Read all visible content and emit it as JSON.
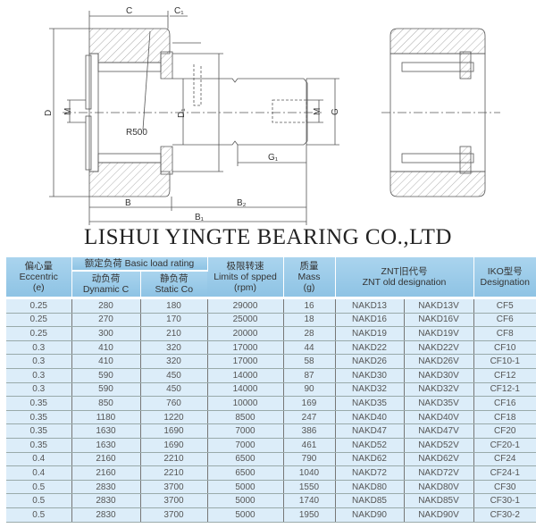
{
  "drawing": {
    "labels": {
      "C": "C",
      "C1": "C₁",
      "D": "D",
      "M": "M",
      "R": "R500",
      "D1": "D₁",
      "M2": "M",
      "G": "G",
      "G1": "G₁",
      "B": "B",
      "B2": "B₂",
      "B1": "B₁"
    }
  },
  "title": "LISHUI YINGTE BEARING CO.,LTD",
  "table": {
    "headers": {
      "eccentric_cn": "偏心量",
      "eccentric_en": "Eccentric",
      "eccentric_unit": "(e)",
      "load_cn": "额定负荷",
      "load_en": "Basic load rating",
      "dynamic_cn": "动负荷",
      "dynamic_en": "Dynamic  C",
      "static_cn": "静负荷",
      "static_en": "Static  Co",
      "speed_cn": "极限转速",
      "speed_en": "Limits of spped",
      "speed_unit": "(rpm)",
      "mass_cn": "质量",
      "mass_en": "Mass",
      "mass_unit": "(g)",
      "znt_cn": "ZNT旧代号",
      "znt_en": "ZNT old designation",
      "iko_cn": "IKO型号",
      "iko_en": "Designation"
    },
    "rows": [
      [
        "0.25",
        "280",
        "180",
        "29000",
        "16",
        "NAKD13",
        "NAKD13V",
        "CF5"
      ],
      [
        "0.25",
        "270",
        "170",
        "25000",
        "18",
        "NAKD16",
        "NAKD16V",
        "CF6"
      ],
      [
        "0.25",
        "300",
        "210",
        "20000",
        "28",
        "NAKD19",
        "NAKD19V",
        "CF8"
      ],
      [
        "0.3",
        "410",
        "320",
        "17000",
        "44",
        "NAKD22",
        "NAKD22V",
        "CF10"
      ],
      [
        "0.3",
        "410",
        "320",
        "17000",
        "58",
        "NAKD26",
        "NAKD26V",
        "CF10-1"
      ],
      [
        "0.3",
        "590",
        "450",
        "14000",
        "87",
        "NAKD30",
        "NAKD30V",
        "CF12"
      ],
      [
        "0.3",
        "590",
        "450",
        "14000",
        "90",
        "NAKD32",
        "NAKD32V",
        "CF12-1"
      ],
      [
        "0.35",
        "850",
        "760",
        "10000",
        "169",
        "NAKD35",
        "NAKD35V",
        "CF16"
      ],
      [
        "0.35",
        "1180",
        "1220",
        "8500",
        "247",
        "NAKD40",
        "NAKD40V",
        "CF18"
      ],
      [
        "0.35",
        "1630",
        "1690",
        "7000",
        "386",
        "NAKD47",
        "NAKD47V",
        "CF20"
      ],
      [
        "0.35",
        "1630",
        "1690",
        "7000",
        "461",
        "NAKD52",
        "NAKD52V",
        "CF20-1"
      ],
      [
        "0.4",
        "2160",
        "2210",
        "6500",
        "790",
        "NAKD62",
        "NAKD62V",
        "CF24"
      ],
      [
        "0.4",
        "2160",
        "2210",
        "6500",
        "1040",
        "NAKD72",
        "NAKD72V",
        "CF24-1"
      ],
      [
        "0.5",
        "2830",
        "3700",
        "5000",
        "1550",
        "NAKD80",
        "NAKD80V",
        "CF30"
      ],
      [
        "0.5",
        "2830",
        "3700",
        "5000",
        "1740",
        "NAKD85",
        "NAKD85V",
        "CF30-1"
      ],
      [
        "0.5",
        "2830",
        "3700",
        "5000",
        "1950",
        "NAKD90",
        "NAKD90V",
        "CF30-2"
      ]
    ]
  }
}
